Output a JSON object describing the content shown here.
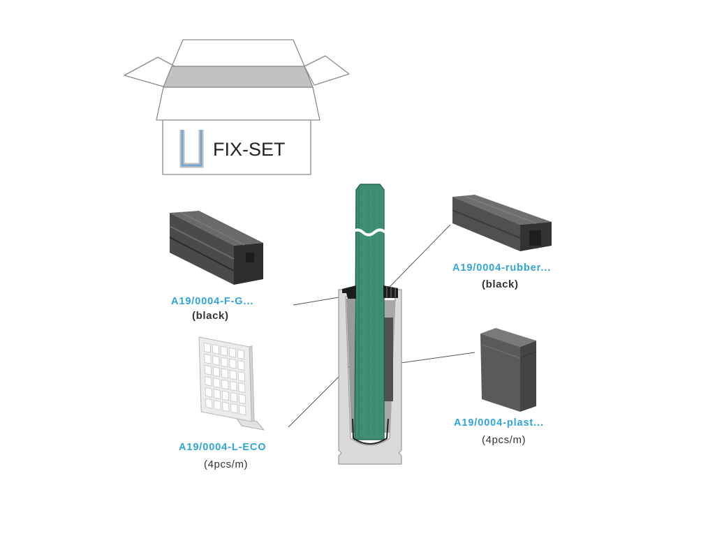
{
  "box": {
    "label": "FIX-SET"
  },
  "parts": {
    "fg_profile": {
      "code": "A19/0004-F-G...",
      "note": "(black)"
    },
    "rubber_profile": {
      "code": "A19/0004-rubber...",
      "note": "(black)"
    },
    "l_eco": {
      "code": "A19/0004-L-ECO",
      "note": "(4pcs/m)"
    },
    "plastic_block": {
      "code": "A19/0004-plast...",
      "note": "(4pcs/m)"
    }
  },
  "icons": {
    "box": "open-box-icon",
    "profile": "u-profile-icon"
  },
  "colors": {
    "label_blue": "#2fa4dc",
    "text_dark": "#333333",
    "glass_green": "#3c8d74",
    "glass_edge": "#1f5c4a",
    "profile_grey": "#dadada",
    "rubber_dark": "#4b4b4b"
  }
}
